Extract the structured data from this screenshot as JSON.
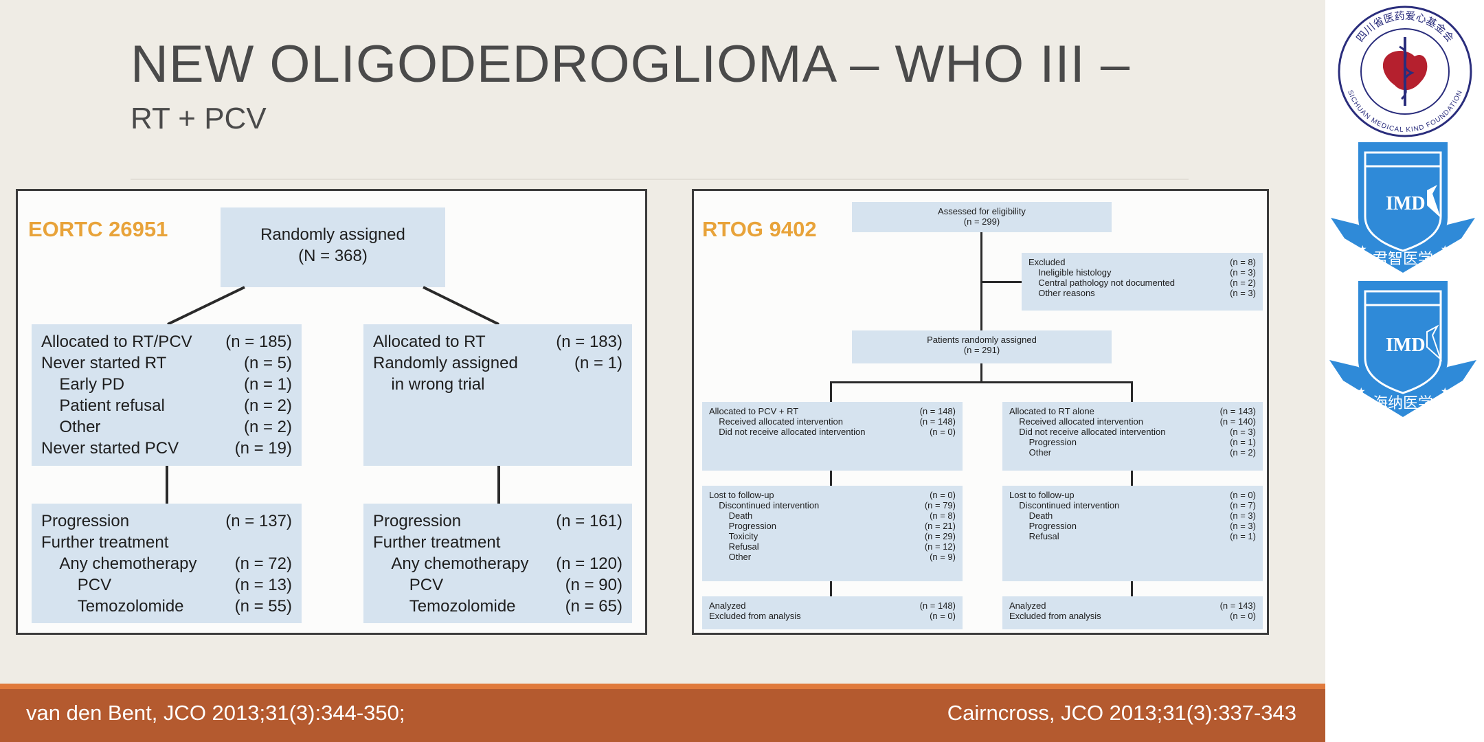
{
  "title": "NEW OLIGODEDROGLIOMA – WHO III –",
  "subtitle": "RT + PCV",
  "eortc": {
    "label": "EORTC 26951",
    "top": [
      "Randomly assigned",
      "(N = 368)"
    ],
    "left_alloc": [
      [
        "Allocated to RT/PCV",
        "(n = 185)",
        0
      ],
      [
        "Never started RT",
        "(n = 5)",
        0
      ],
      [
        "Early PD",
        "(n = 1)",
        1
      ],
      [
        "Patient refusal",
        "(n = 2)",
        1
      ],
      [
        "Other",
        "(n = 2)",
        1
      ],
      [
        "Never started PCV",
        "(n = 19)",
        0
      ]
    ],
    "right_alloc": [
      [
        "Allocated to RT",
        "(n = 183)",
        0
      ],
      [
        "Randomly assigned",
        "(n = 1)",
        0
      ],
      [
        "in wrong trial",
        "",
        1
      ]
    ],
    "left_out": [
      [
        "Progression",
        "(n = 137)",
        0
      ],
      [
        "Further treatment",
        "",
        0
      ],
      [
        "Any chemotherapy",
        "(n = 72)",
        1
      ],
      [
        "PCV",
        "(n = 13)",
        2
      ],
      [
        "Temozolomide",
        "(n = 55)",
        2
      ]
    ],
    "right_out": [
      [
        "Progression",
        "(n = 161)",
        0
      ],
      [
        "Further treatment",
        "",
        0
      ],
      [
        "Any chemotherapy",
        "(n = 120)",
        1
      ],
      [
        "PCV",
        "(n = 90)",
        2
      ],
      [
        "Temozolomide",
        "(n = 65)",
        2
      ]
    ]
  },
  "rtog": {
    "label": "RTOG 9402",
    "assessed": [
      "Assessed for eligibility",
      "(n = 299)"
    ],
    "excluded": [
      [
        "Excluded",
        "(n = 8)",
        0
      ],
      [
        "Ineligible histology",
        "(n = 3)",
        1
      ],
      [
        "Central pathology not documented",
        "(n = 2)",
        1
      ],
      [
        "Other reasons",
        "(n = 3)",
        1
      ]
    ],
    "randomized": [
      "Patients randomly assigned",
      "(n = 291)"
    ],
    "left_alloc": [
      [
        "Allocated to PCV + RT",
        "(n = 148)",
        0
      ],
      [
        "Received allocated intervention",
        "(n = 148)",
        1
      ],
      [
        "Did not receive allocated intervention",
        "(n = 0)",
        1
      ]
    ],
    "right_alloc": [
      [
        "Allocated to RT alone",
        "(n = 143)",
        0
      ],
      [
        "Received allocated intervention",
        "(n = 140)",
        1
      ],
      [
        "Did not receive allocated intervention",
        "(n = 3)",
        1
      ],
      [
        "Progression",
        "(n = 1)",
        2
      ],
      [
        "Other",
        "(n = 2)",
        2
      ]
    ],
    "left_follow": [
      [
        "Lost to follow-up",
        "(n = 0)",
        0
      ],
      [
        "Discontinued intervention",
        "(n = 79)",
        1
      ],
      [
        "Death",
        "(n = 8)",
        2
      ],
      [
        "Progression",
        "(n = 21)",
        2
      ],
      [
        "Toxicity",
        "(n = 29)",
        2
      ],
      [
        "Refusal",
        "(n = 12)",
        2
      ],
      [
        "Other",
        "(n = 9)",
        2
      ]
    ],
    "right_follow": [
      [
        "Lost to follow-up",
        "(n = 0)",
        0
      ],
      [
        "Discontinued intervention",
        "(n = 7)",
        1
      ],
      [
        "Death",
        "(n = 3)",
        2
      ],
      [
        "Progression",
        "(n = 3)",
        2
      ],
      [
        "Refusal",
        "(n = 1)",
        2
      ]
    ],
    "left_analyzed": [
      [
        "Analyzed",
        "(n = 148)",
        0
      ],
      [
        "Excluded from analysis",
        "(n = 0)",
        0
      ]
    ],
    "right_analyzed": [
      [
        "Analyzed",
        "(n = 143)",
        0
      ],
      [
        "Excluded from analysis",
        "(n = 0)",
        0
      ]
    ]
  },
  "footer": {
    "left": "van den Bent, JCO 2013;31(3):344-350;",
    "right": "Cairncross, JCO 2013;31(3):337-343"
  },
  "logos": {
    "foundation_cn": "四川省医药爱心基金会",
    "foundation_en": "SICHUAN MEDICAL KIND FOUNDATION",
    "imd": "IMD",
    "shield1_cn": "君智医学",
    "shield2_cn": "海纳医学"
  },
  "colors": {
    "accent": "#e8a33a",
    "box": "#d6e3ef",
    "footer": "#b45a2f",
    "logo_blue": "#2f8ad8",
    "logo_red": "#b5202e"
  }
}
